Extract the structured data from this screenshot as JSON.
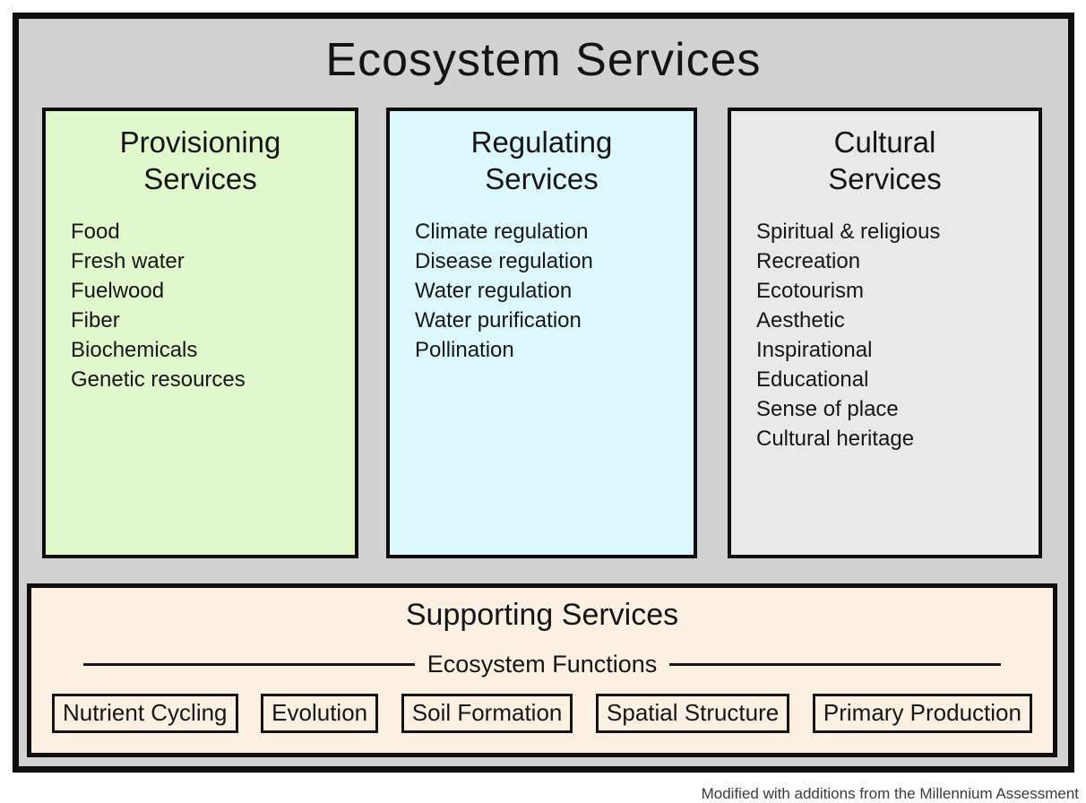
{
  "page": {
    "title": "Ecosystem Services",
    "caption": "Modified with additions from the Millennium Assessment"
  },
  "colors": {
    "outer_background": "#d2d2d2",
    "provisioning_background": "#e1f8cc",
    "regulating_background": "#dcf8fd",
    "cultural_background": "#e9e9e9",
    "supporting_background": "#fcf0e2",
    "border": "#0e0e0e",
    "text": "#161616"
  },
  "columns": [
    {
      "id": "provisioning",
      "title_lines": [
        "Provisioning",
        "Services"
      ],
      "items": [
        "Food",
        "Fresh water",
        "Fuelwood",
        "Fiber",
        "Biochemicals",
        "Genetic resources"
      ]
    },
    {
      "id": "regulating",
      "title_lines": [
        "Regulating",
        "Services"
      ],
      "items": [
        "Climate regulation",
        "Disease regulation",
        "Water regulation",
        "Water purification",
        "Pollination"
      ]
    },
    {
      "id": "cultural",
      "title_lines": [
        "Cultural",
        "Services"
      ],
      "items": [
        "Spiritual & religious",
        "Recreation",
        "Ecotourism",
        "Aesthetic",
        "Inspirational",
        "Educational",
        "Sense of place",
        "Cultural heritage"
      ]
    }
  ],
  "supporting": {
    "title": "Supporting Services",
    "subtitle": "Ecosystem Functions",
    "functions": [
      "Nutrient Cycling",
      "Evolution",
      "Soil Formation",
      "Spatial Structure",
      "Primary Production"
    ]
  }
}
